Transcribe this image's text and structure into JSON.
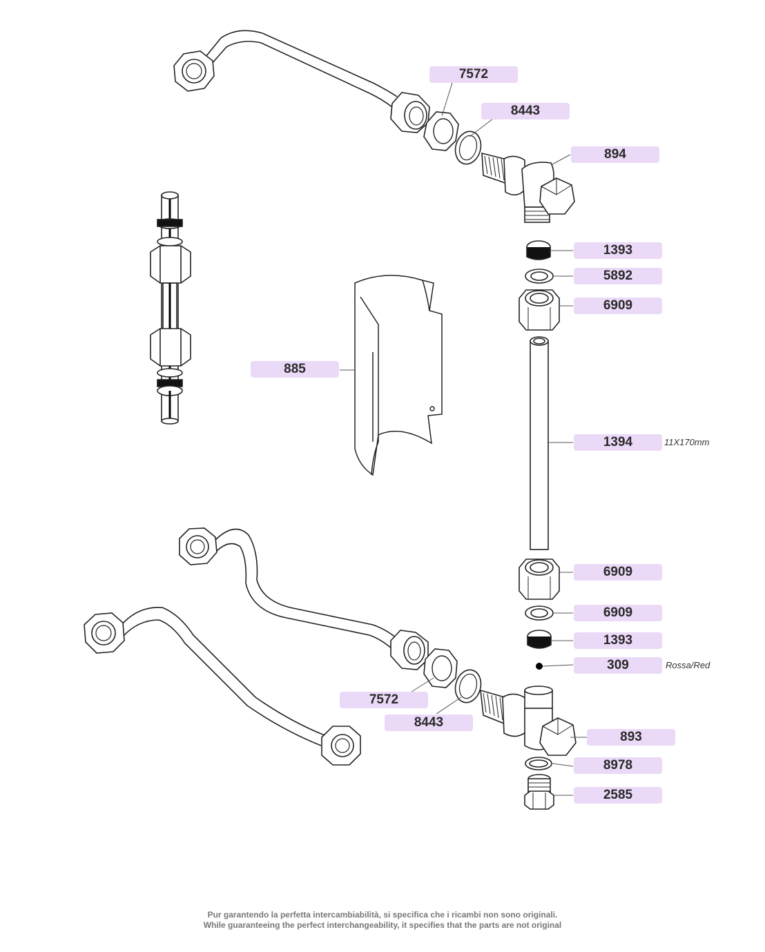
{
  "parts": [
    {
      "code": "7572"
    },
    {
      "code": "8443"
    },
    {
      "code": "894"
    },
    {
      "code": "1393"
    },
    {
      "code": "5892"
    },
    {
      "code": "6909"
    },
    {
      "code": "885"
    },
    {
      "code": "1394",
      "note": "11X170mm"
    },
    {
      "code": "6909"
    },
    {
      "code": "6909"
    },
    {
      "code": "1393"
    },
    {
      "code": "309",
      "note": "Rossa/Red"
    },
    {
      "code": "7572"
    },
    {
      "code": "8443"
    },
    {
      "code": "893"
    },
    {
      "code": "8978"
    },
    {
      "code": "2585"
    }
  ],
  "footer": {
    "line1": "Pur garantendo la perfetta intercambiabilità, si specifica che i ricambi non sono originali.",
    "line2": "While guaranteeing the perfect interchangeability, it specifies that the parts are not original"
  },
  "colors": {
    "label_bg": "#ead9f7",
    "stroke": "#222222",
    "leader": "#555555"
  }
}
